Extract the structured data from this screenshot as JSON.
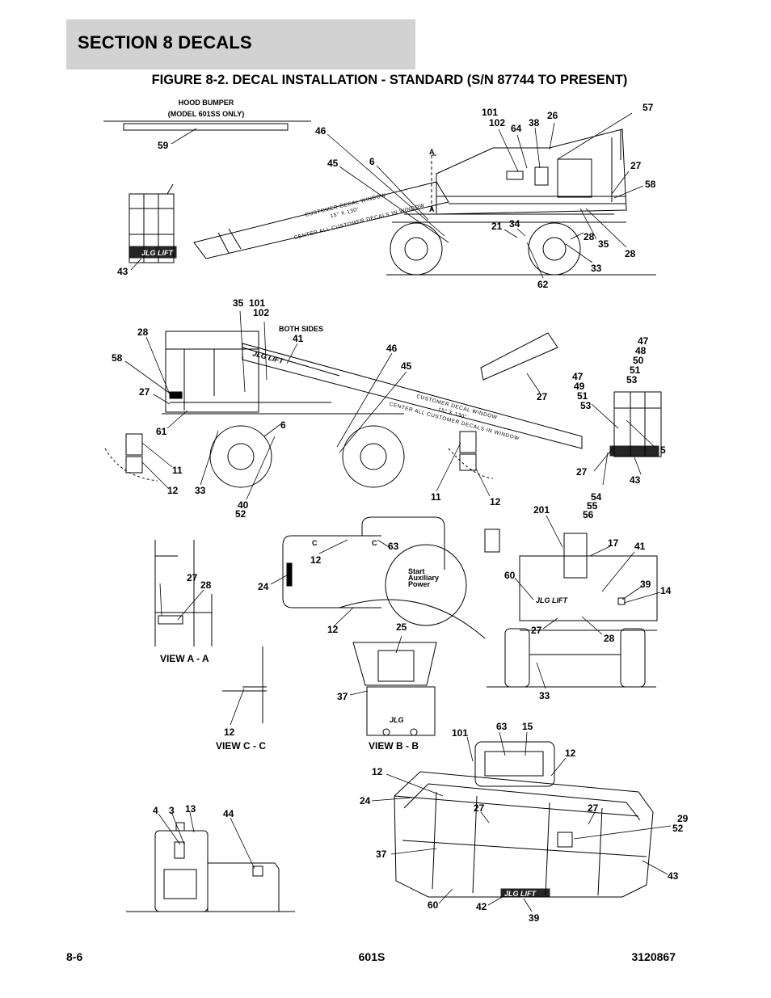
{
  "header": {
    "section": "SECTION 8   DECALS",
    "figure_title": "FIGURE 8-2. DECAL INSTALLATION - STANDARD (S/N 87744 TO PRESENT)"
  },
  "labels": {
    "hood_bumper": "HOOD BUMPER",
    "hood_bumper_model": "(MODEL 601SS ONLY)",
    "both_sides": "BOTH SIDES",
    "customer_decal_window": "CUSTOMER DECAL WINDOW",
    "decal_size": "15\" X 130\"",
    "center_decals": "CENTER ALL CUSTOMER DECALS IN WINDOW",
    "view_aa": "VIEW A - A",
    "view_cc": "VIEW C - C",
    "view_bb": "VIEW B - B",
    "section_a": "A",
    "section_c": "C",
    "start": "Start",
    "auxiliary": "Auxiliary",
    "power": "Power",
    "brand": "JLG LIFT",
    "brand_short": "JLG"
  },
  "callouts": {
    "c59": "59",
    "c46": "46",
    "c45": "45",
    "c6": "6",
    "c43": "43",
    "c101": "101",
    "c102": "102",
    "c64": "64",
    "c38": "38",
    "c26": "26",
    "c57": "57",
    "c27": "27",
    "c58": "58",
    "c21": "21",
    "c34": "34",
    "c28": "28",
    "c35": "35",
    "c33": "33",
    "c62": "62",
    "c41": "41",
    "c61": "61",
    "c11": "11",
    "c12": "12",
    "c40": "40",
    "c52": "52",
    "c47": "47",
    "c48": "48",
    "c50": "50",
    "c51": "51",
    "c53": "53",
    "c49": "49",
    "c5": "5",
    "c54": "54",
    "c55": "55",
    "c56": "56",
    "c24": "24",
    "c63": "63",
    "c25": "25",
    "c37": "37",
    "c201": "201",
    "c17": "17",
    "c60": "60",
    "c39": "39",
    "c14": "14",
    "c15": "15",
    "c42": "42",
    "c29": "29",
    "c4": "4",
    "c3": "3",
    "c13": "13",
    "c44": "44"
  },
  "footer": {
    "page": "8-6",
    "model": "601S",
    "doc_number": "3120867"
  }
}
